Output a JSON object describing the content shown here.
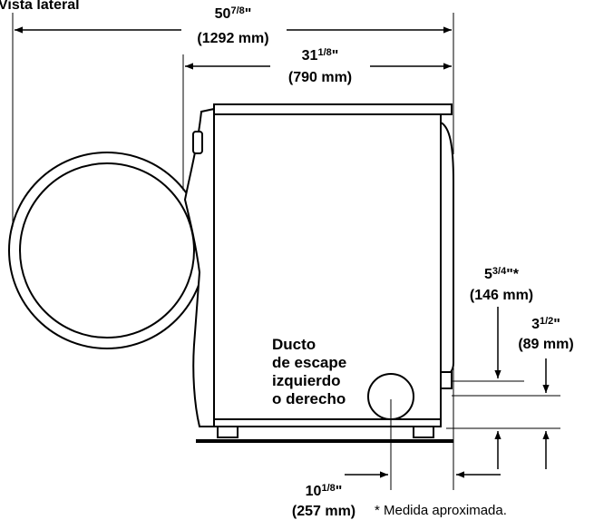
{
  "title": "Vista lateral",
  "dimensions": {
    "overall_depth": {
      "whole": "50",
      "frac": "7/8",
      "mark": "\"",
      "metric": "(1292 mm)"
    },
    "cabinet_depth": {
      "whole": "31",
      "frac": "1/8",
      "mark": "\"",
      "metric": "(790 mm)"
    },
    "exhaust_height": {
      "whole": "5",
      "frac": "3/4",
      "mark": "\"*",
      "metric": "(146 mm)"
    },
    "exhaust_side_offset": {
      "whole": "3",
      "frac": "1/2",
      "mark": "\"",
      "metric": "(89 mm)"
    },
    "exhaust_from_back": {
      "whole": "10",
      "frac": "1/8",
      "mark": "\"",
      "metric": "(257 mm)"
    }
  },
  "callout": {
    "lines": [
      "Ducto",
      "de escape",
      "izquierdo",
      "o derecho"
    ]
  },
  "footnote": "* Medida aproximada."
}
